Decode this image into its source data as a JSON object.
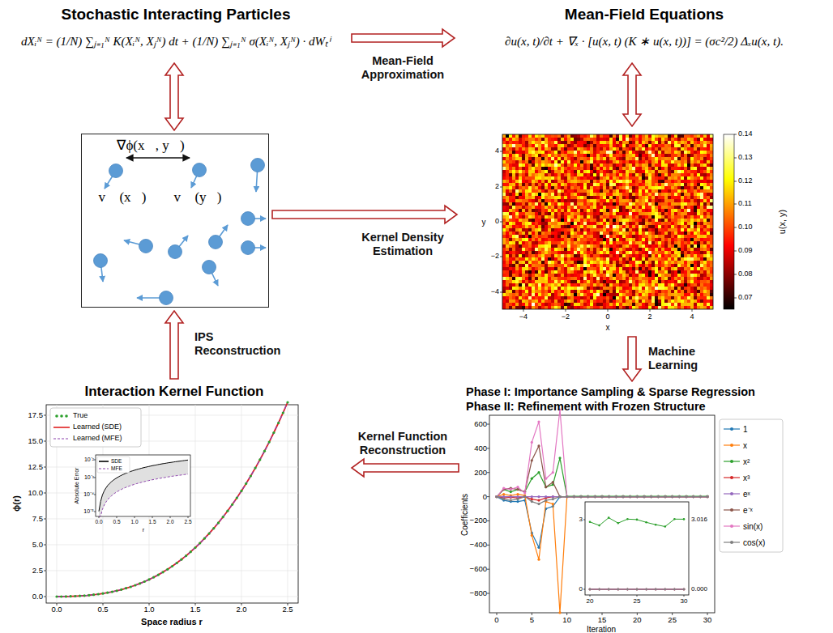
{
  "diagram": {
    "nodes": [
      {
        "text": [
          "Stochastic Interacting Particles",
          "dXᵢᴺ = (1/N) ∑ⱼ₌₁ᴺ K(Xᵢᴺ, Xⱼᴺ) dt + (1/N) ∑ⱼ₌₁ᴺ σ(Xᵢᴺ, Xⱼᴺ) · dWₜⁱ"
        ]
      },
      {
        "text": [
          "Mean-Field Equations",
          "∂u(x, t)/∂t + ∇ₓ · [u(x, t) (K ∗ u(x, t))] = (σc²/2) Δₓu(x, t)."
        ]
      },
      {
        "text": [
          "∇ϕ(x⃗, y⃗)",
          "v⃗ (x⃗)",
          "v⃗ (y⃗)"
        ]
      },
      {
        "text": [
          "u(x, y)"
        ]
      },
      {
        "text": [
          "Phase I: Importance Sampling & Sparse Regression",
          "Phase II: Refinement with Frozen Structure"
        ]
      },
      {
        "text": [
          "Interaction Kernel Function"
        ]
      }
    ],
    "edges": [
      {
        "from": 0,
        "to": 2,
        "arrow": "both"
      },
      {
        "from": 1,
        "to": 3,
        "arrow": "both"
      },
      {
        "from": 0,
        "to": 1,
        "label": "Mean-Field Approximation",
        "arrow": "to"
      },
      {
        "from": 2,
        "to": 3,
        "label": "Kernel Density Estimation",
        "arrow": "to"
      },
      {
        "from": 3,
        "to": 4,
        "label": "Machine Learning",
        "arrow": "to"
      },
      {
        "from": 4,
        "to": 5,
        "label": "Kernel Function Reconstruction",
        "arrow": "to"
      },
      {
        "from": 5,
        "to": 2,
        "label": "IPS Reconstruction",
        "arrow": "to"
      }
    ],
    "labels": [
      "4",
      "2",
      "0",
      "−2",
      "−4",
      "−4",
      "−2",
      "0",
      "2",
      "4",
      "x",
      "y",
      "0.14",
      "0.13",
      "0.12",
      "0.11",
      "0.10",
      "0.09",
      "0.08",
      "0.07",
      "600",
      "400",
      "200",
      "0",
      "−200",
      "−400",
      "−600",
      "−800",
      "0",
      "5",
      "10",
      "15",
      "20",
      "25",
      "30",
      "Iteration",
      "Coefficients",
      "3",
      "0",
      "20",
      "25",
      "30",
      "3.016",
      "0.000",
      "0.0",
      "2.5",
      "5.0",
      "7.5",
      "10.0",
      "12.5",
      "15.0",
      "17.5",
      "0.0",
      "0.5",
      "1.0",
      "1.5",
      "2.0",
      "2.5",
      "Space radius r",
      "ϕ(r)",
      "Absolute Error",
      "10⁻²",
      "10⁻³",
      "10⁻⁴",
      "10⁻⁵",
      "0.0",
      "0.5",
      "1.0",
      "1.5",
      "2.0",
      "2.5",
      "r"
    ],
    "legend": [
      {
        "text": "1"
      },
      {
        "text": "x"
      },
      {
        "text": "x²"
      },
      {
        "text": "x³"
      },
      {
        "text": "eˣ"
      },
      {
        "text": "e⁻ˣ"
      },
      {
        "text": "sin(x)"
      },
      {
        "text": "cos(x)"
      },
      {
        "text": "True"
      },
      {
        "text": "Learned (SDE)"
      },
      {
        "text": "Learned (MFE)"
      },
      {
        "text": "SDE"
      },
      {
        "text": "MFE"
      }
    ]
  }
}
